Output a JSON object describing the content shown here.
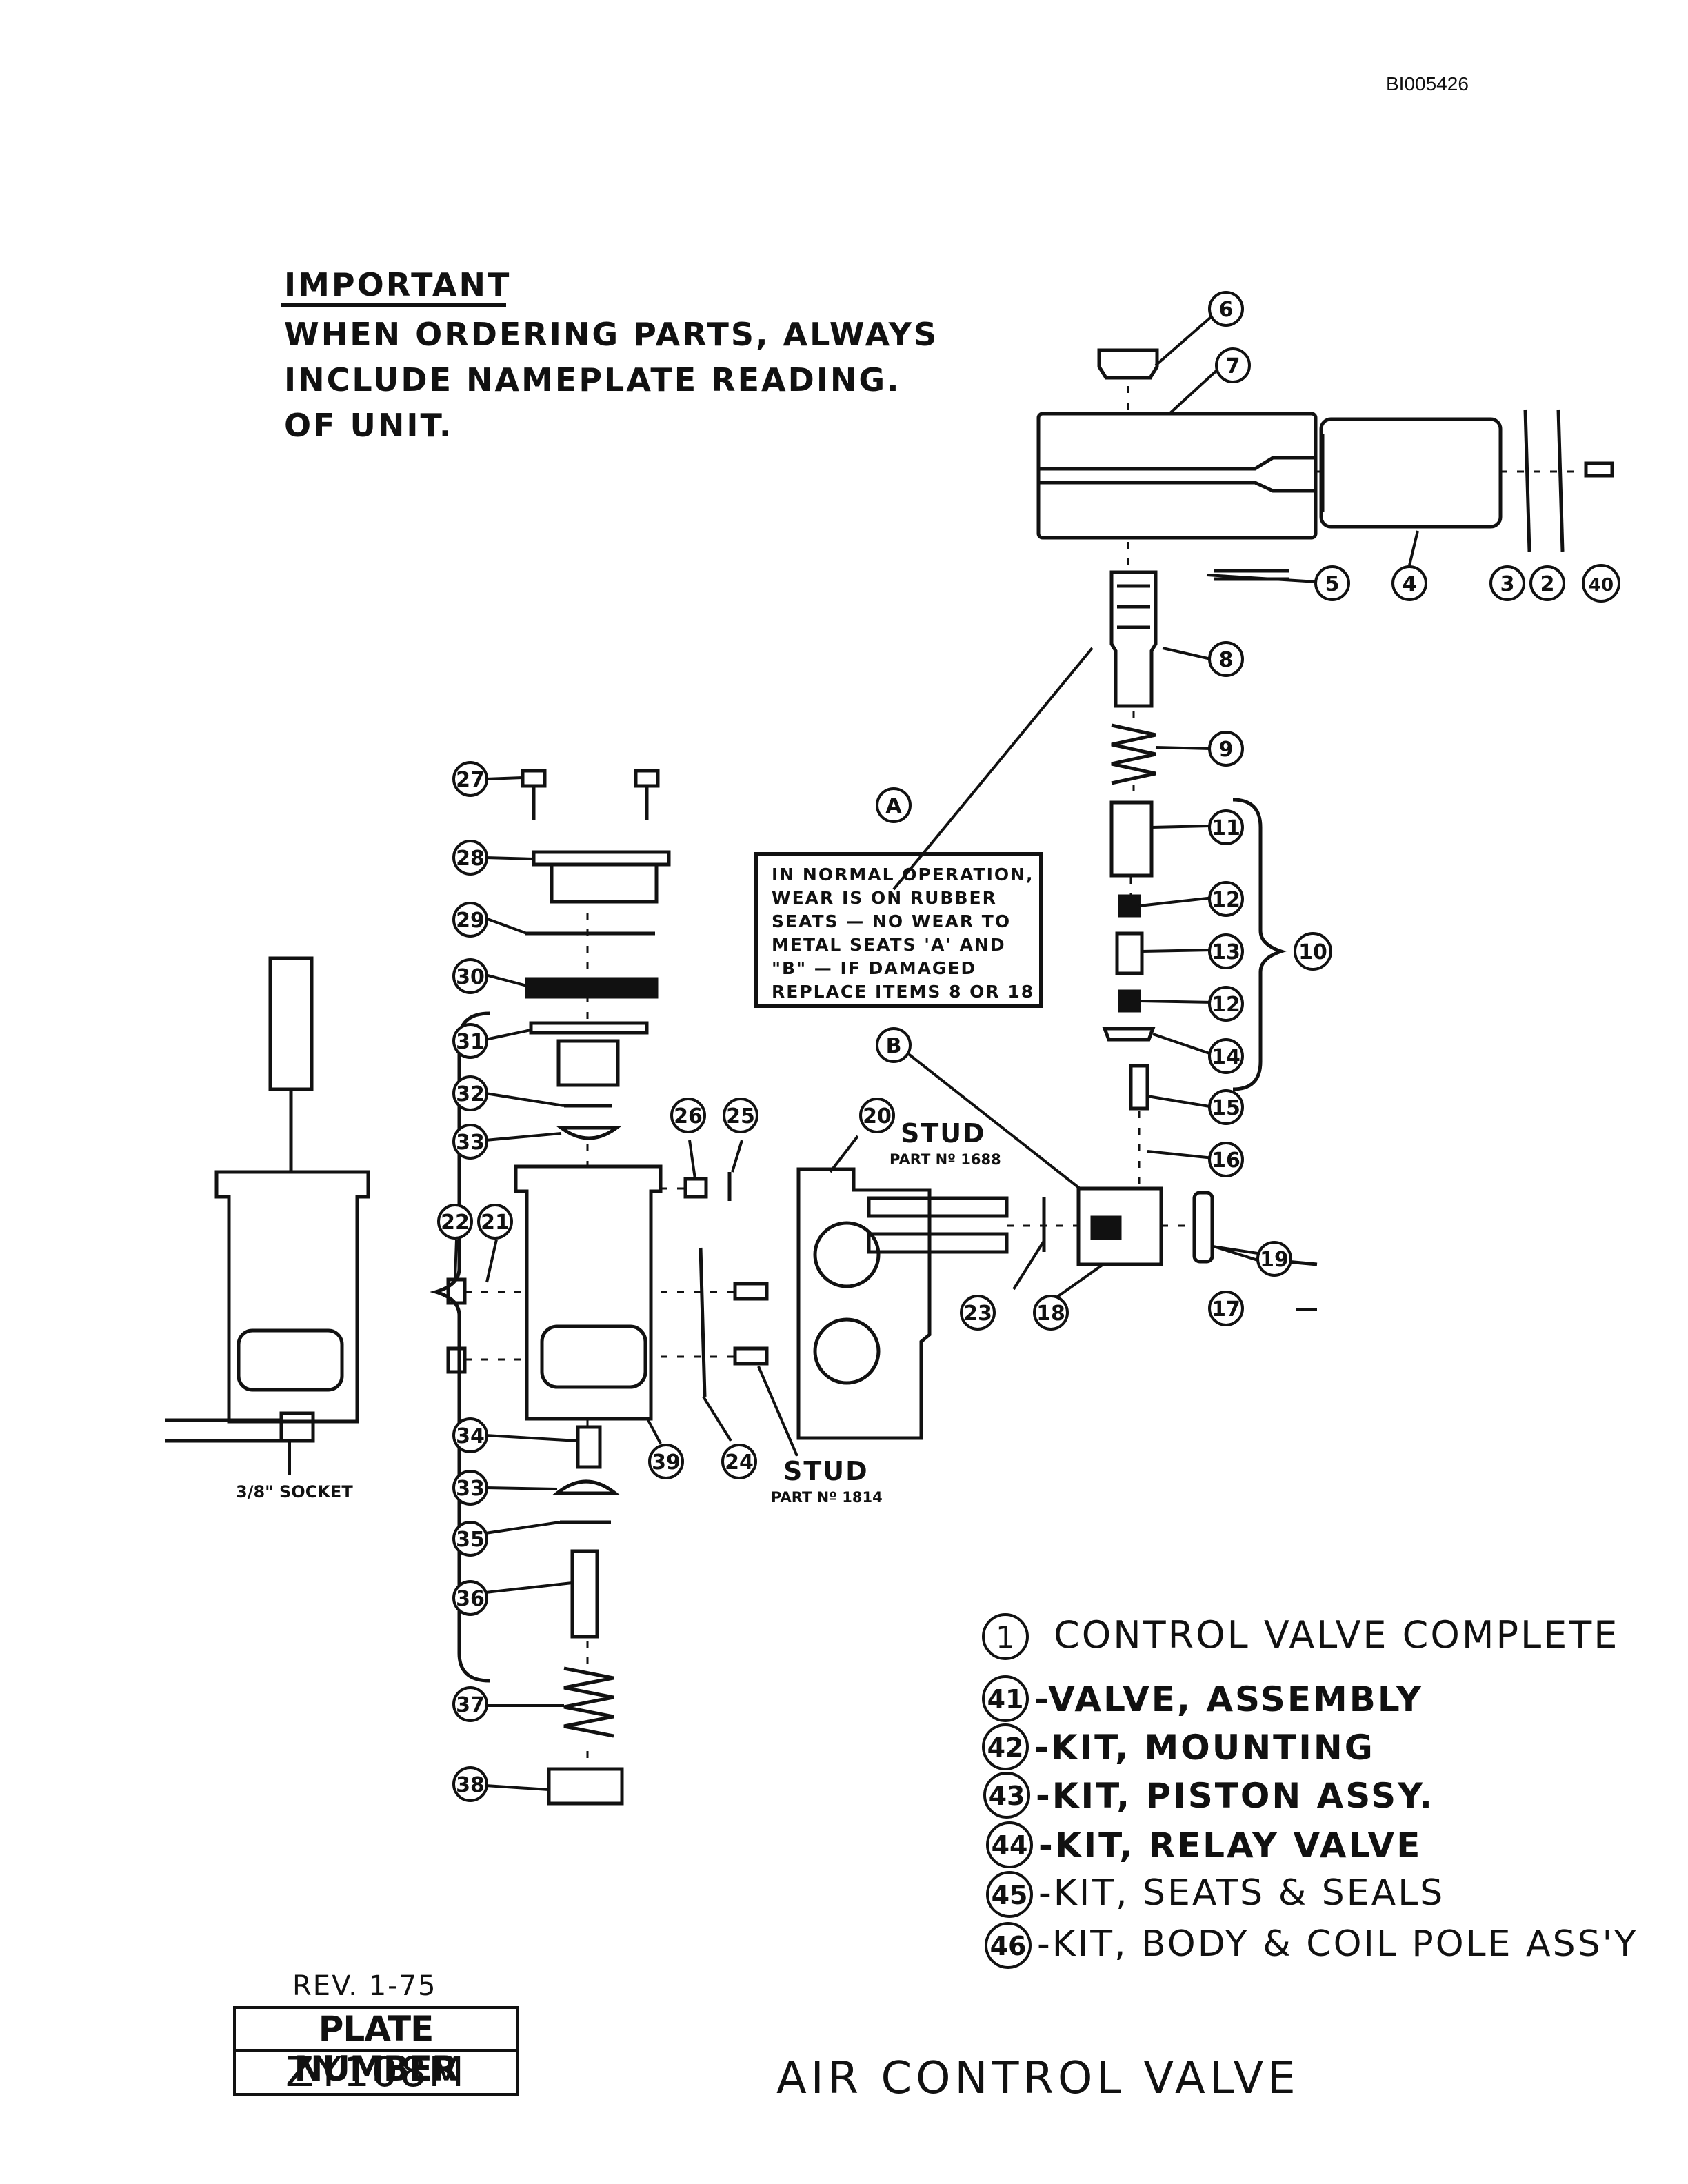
{
  "doc_id": "BI005426",
  "important": {
    "title": "IMPORTANT",
    "lines": [
      "WHEN ORDERING PARTS, ALWAYS",
      "INCLUDE NAMEPLATE READING.",
      "OF UNIT."
    ]
  },
  "callouts": [
    "6",
    "7",
    "5",
    "4",
    "3",
    "2",
    "40",
    "8",
    "9",
    "11",
    "12",
    "13",
    "10",
    "12",
    "14",
    "15",
    "16",
    "19",
    "17",
    "18",
    "23",
    "20",
    "26",
    "25",
    "27",
    "28",
    "29",
    "30",
    "31",
    "32",
    "33",
    "22",
    "21",
    "34",
    "33",
    "35",
    "36",
    "37",
    "38",
    "39",
    "24"
  ],
  "markers": {
    "a": "A",
    "b": "B"
  },
  "note": {
    "lines": [
      "IN NORMAL OPERATION,",
      "WEAR IS ON RUBBER",
      "SEATS — NO WEAR TO",
      "METAL SEATS 'A' AND",
      "\"B\" — IF DAMAGED",
      "REPLACE ITEMS 8 OR 18"
    ]
  },
  "stud_top": {
    "label": "STUD",
    "part": "PART Nº 1688"
  },
  "stud_bottom": {
    "label": "STUD",
    "part": "PART Nº 1814"
  },
  "socket_label": "3/8\" SOCKET",
  "legend": [
    {
      "num": "1",
      "text": "CONTROL VALVE COMPLETE"
    },
    {
      "num": "41",
      "text": "-VALVE, ASSEMBLY"
    },
    {
      "num": "42",
      "text": "-KIT, MOUNTING"
    },
    {
      "num": "43",
      "text": "-KIT, PISTON ASSY."
    },
    {
      "num": "44",
      "text": "-KIT, RELAY VALVE"
    },
    {
      "num": "45",
      "text": "-KIT, SEATS & SEALS"
    },
    {
      "num": "46",
      "text": "-KIT, BODY & COIL POLE ASS'Y"
    }
  ],
  "revision": "REV. 1-75",
  "plate": {
    "title": "PLATE NUMBER",
    "number": "ZY108M"
  },
  "diagram_title": "AIR CONTROL VALVE"
}
